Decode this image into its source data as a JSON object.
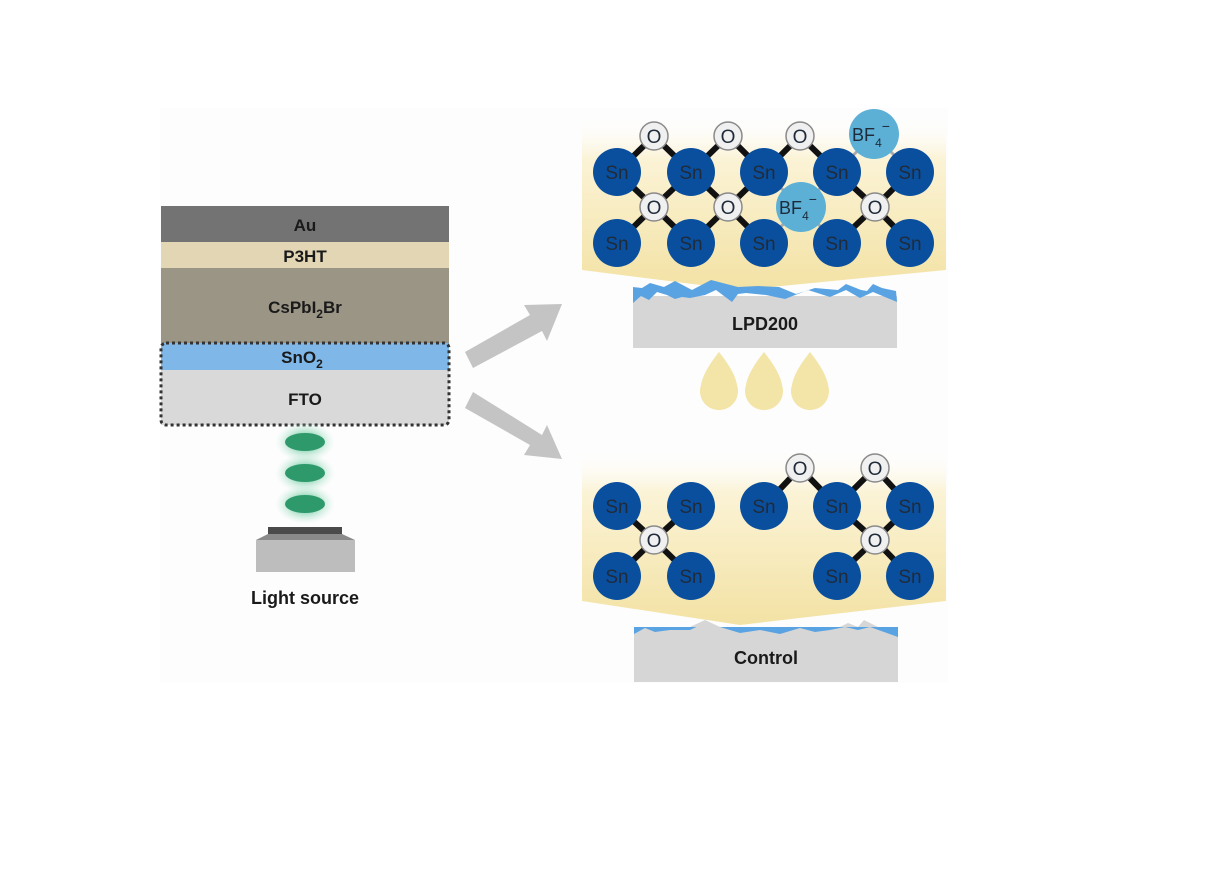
{
  "device_stack": {
    "layers": [
      {
        "label": "Au",
        "color": "#737373"
      },
      {
        "label": "P3HT",
        "color": "#e2d6b4"
      },
      {
        "label": "CsPbI",
        "sub": "2",
        "suffix": "Br",
        "color": "#9b9585"
      },
      {
        "label": "SnO",
        "sub": "2",
        "suffix": "",
        "color": "#7fb7e8"
      },
      {
        "label": "FTO",
        "color": "#d9d9d9"
      }
    ],
    "highlight": "dotted outline around SnO2 and FTO"
  },
  "light_source": {
    "label": "Light source",
    "beam_color": "#2e9a6c"
  },
  "arrows": [
    "upper-right arrow to LPD200",
    "lower-right arrow to Control"
  ],
  "lpd200": {
    "substrate_label": "LPD200",
    "atoms": {
      "sn_label": "Sn",
      "o_label": "O",
      "bf4_label": "BF",
      "bf4_sub": "4",
      "bf4_sup": "−"
    },
    "droplets": 3
  },
  "control": {
    "substrate_label": "Control",
    "atoms": {
      "sn_label": "Sn",
      "o_label": "O"
    }
  },
  "colors": {
    "sn": "#0a4f9e",
    "o_fill": "#f0f0f0",
    "bf4": "#5cb0d6",
    "glow": "#f3e4a8",
    "substrate": "#d6d6d6",
    "sno2_film": "#5aa3e3",
    "droplet": "#f3e4a8",
    "arrow": "#c4c4c4"
  }
}
